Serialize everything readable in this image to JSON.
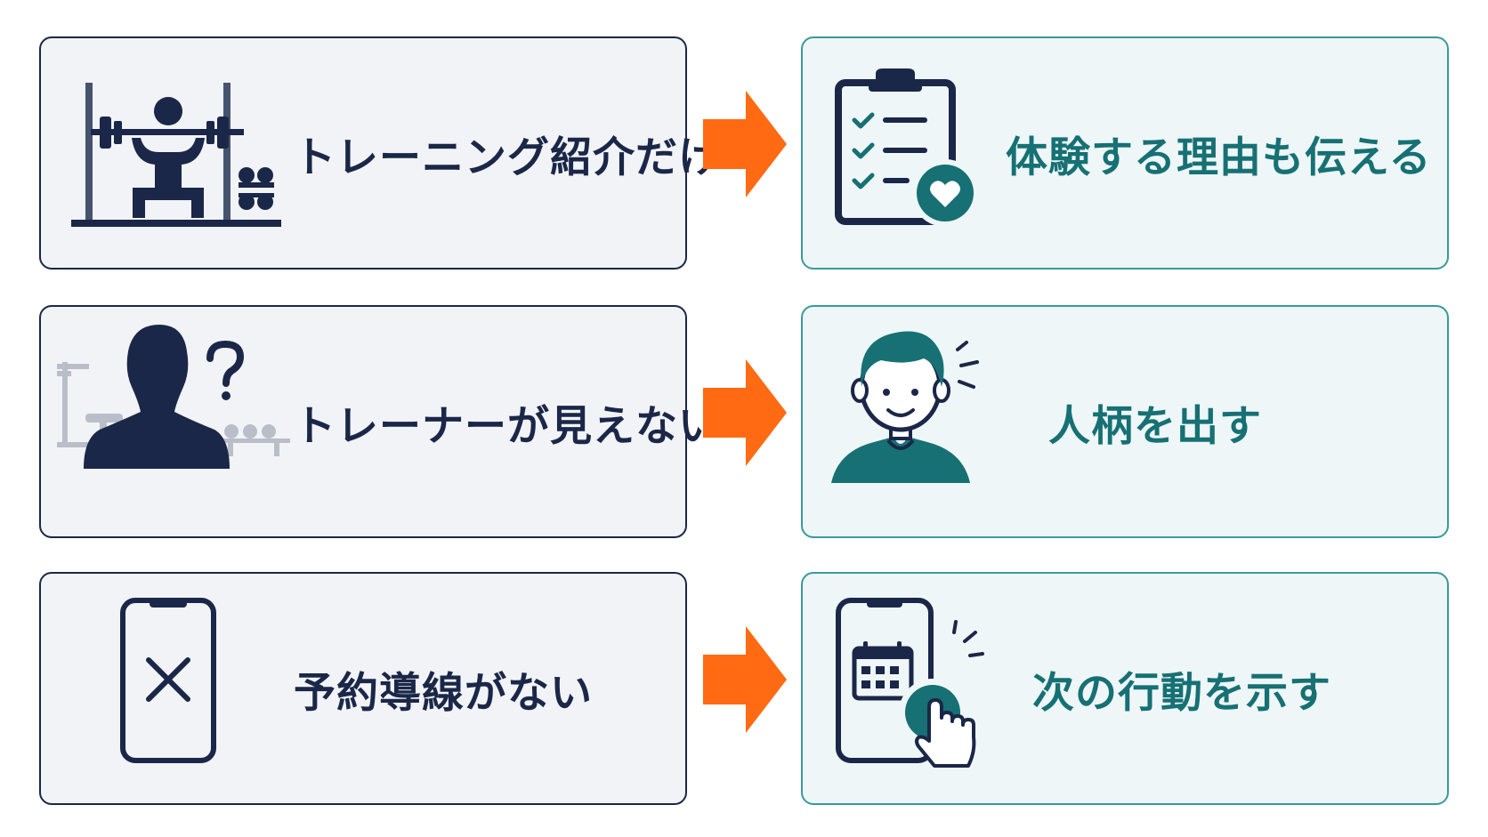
{
  "colors": {
    "navy": "#1a2748",
    "teal": "#167074",
    "teal_border": "#3a9a99",
    "orange": "#ff6a13",
    "left_bg": "#f2f3f6",
    "right_bg": "#eef6f7",
    "muted_gray": "#b9bec9"
  },
  "rows": [
    {
      "problem": {
        "label": "トレーニング紹介だけ",
        "icon": "weightlifting-squat-icon"
      },
      "arrow_icon": "arrow-right-icon",
      "solution": {
        "label": "体験する理由も伝える",
        "icon": "clipboard-checklist-heart-icon"
      }
    },
    {
      "problem": {
        "label": "トレーナーが見えない",
        "icon": "person-silhouette-question-icon"
      },
      "arrow_icon": "arrow-right-icon",
      "solution": {
        "label": "人柄を出す",
        "icon": "smiling-person-icon"
      }
    },
    {
      "problem": {
        "label": "予約導線がない",
        "icon": "smartphone-x-icon"
      },
      "arrow_icon": "arrow-right-icon",
      "solution": {
        "label": "次の行動を示す",
        "icon": "smartphone-calendar-tap-icon"
      }
    }
  ]
}
